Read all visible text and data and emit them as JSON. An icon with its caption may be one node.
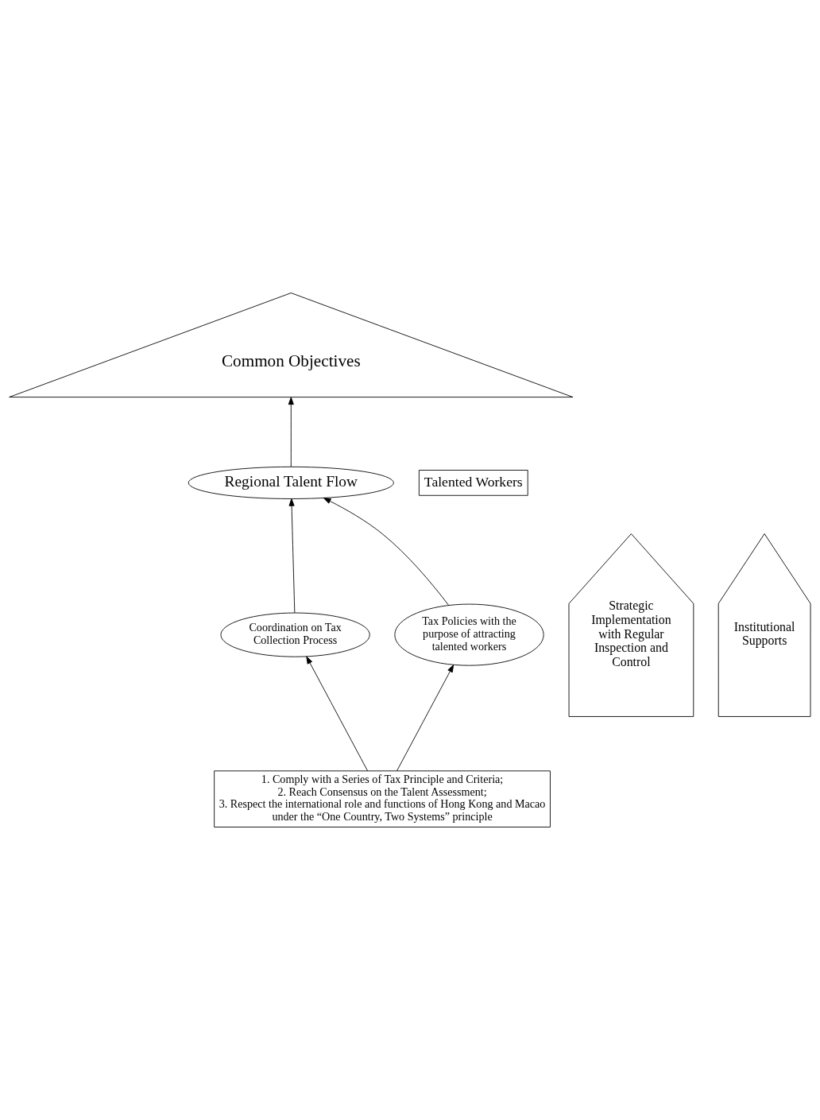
{
  "diagram": {
    "nodes": [
      {
        "text": [
          "Common Objectives"
        ]
      },
      {
        "text": [
          "Regional Talent Flow"
        ]
      },
      {
        "text": [
          "Talented Workers"
        ]
      },
      {
        "text": [
          "Coordination on Tax Collection Process"
        ]
      },
      {
        "text": [
          "Tax Policies with the purpose of attracting talented workers"
        ]
      },
      {
        "text": [
          "1. Comply with a Series of Tax Principle and Criteria;",
          "2. Reach Consensus on the Talent Assessment;",
          "3. Respect the international role and functions of Hong Kong and Macao under the “One Country, Two Systems” principle"
        ]
      },
      {
        "text": [
          "Strategic Implementation with Regular Inspection and Control"
        ]
      },
      {
        "text": [
          "Institutional Supports"
        ]
      }
    ],
    "edges": [
      {
        "from": 1,
        "to": 0,
        "arrow": "to"
      },
      {
        "from": 3,
        "to": 1,
        "arrow": "to"
      },
      {
        "from": 4,
        "to": 1,
        "arrow": "to"
      },
      {
        "from": 5,
        "to": 3,
        "arrow": "to"
      },
      {
        "from": 5,
        "to": 4,
        "arrow": "to"
      }
    ]
  }
}
